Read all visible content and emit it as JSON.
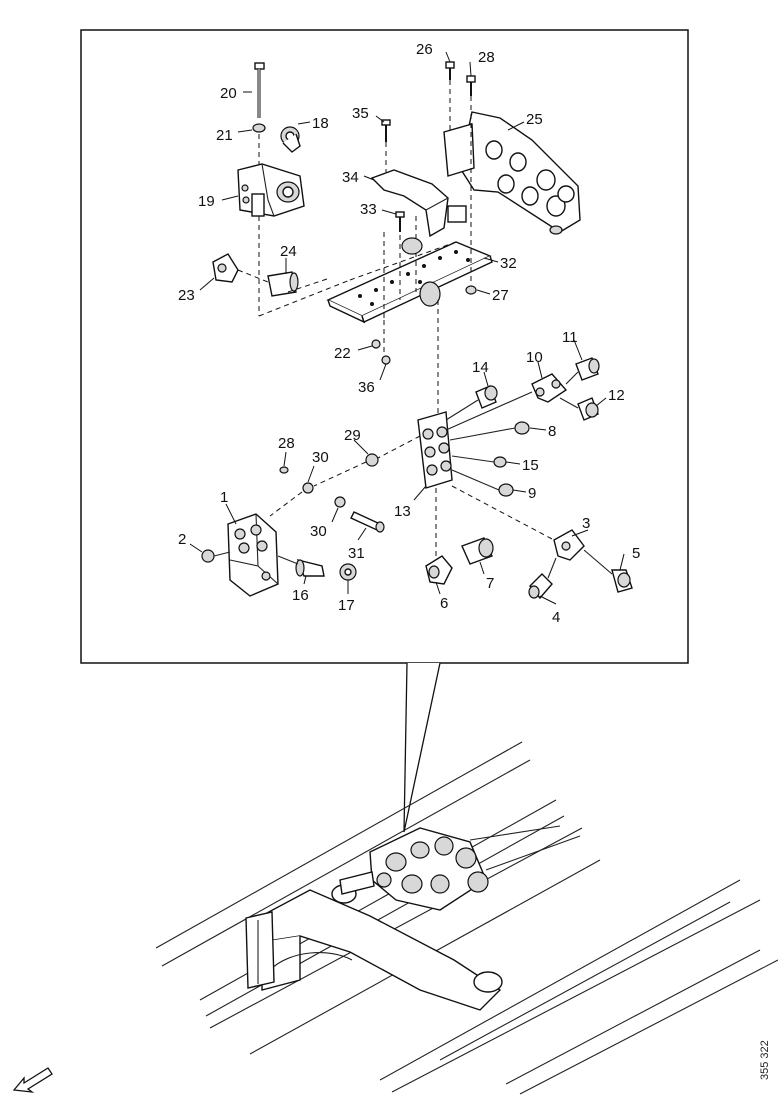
{
  "diagram": {
    "callouts": [
      "1",
      "2",
      "3",
      "4",
      "5",
      "6",
      "7",
      "8",
      "9",
      "10",
      "11",
      "12",
      "13",
      "14",
      "15",
      "16",
      "17",
      "18",
      "19",
      "20",
      "21",
      "22",
      "23",
      "24",
      "25",
      "26",
      "27",
      "28",
      "29",
      "30",
      "31",
      "32",
      "33",
      "34",
      "35",
      "36"
    ],
    "labels": {
      "l20": "20",
      "l21": "21",
      "l18": "18",
      "l19": "19",
      "l23": "23",
      "l24": "24",
      "l35": "35",
      "l34": "34",
      "l33": "33",
      "l26": "26",
      "l28a": "28",
      "l25": "25",
      "l32": "32",
      "l27": "27",
      "l22": "22",
      "l36": "36",
      "l14": "14",
      "l10": "10",
      "l11": "11",
      "l12": "12",
      "l8": "8",
      "l15": "15",
      "l9": "9",
      "l13": "13",
      "l29": "29",
      "l28b": "28",
      "l30a": "30",
      "l30b": "30",
      "l1": "1",
      "l2": "2",
      "l16": "16",
      "l17": "17",
      "l31": "31",
      "l3": "3",
      "l5": "5",
      "l4": "4",
      "l6": "6",
      "l7": "7"
    },
    "reference_code": "355 322",
    "icons": [
      "direction-arrow-icon"
    ]
  }
}
